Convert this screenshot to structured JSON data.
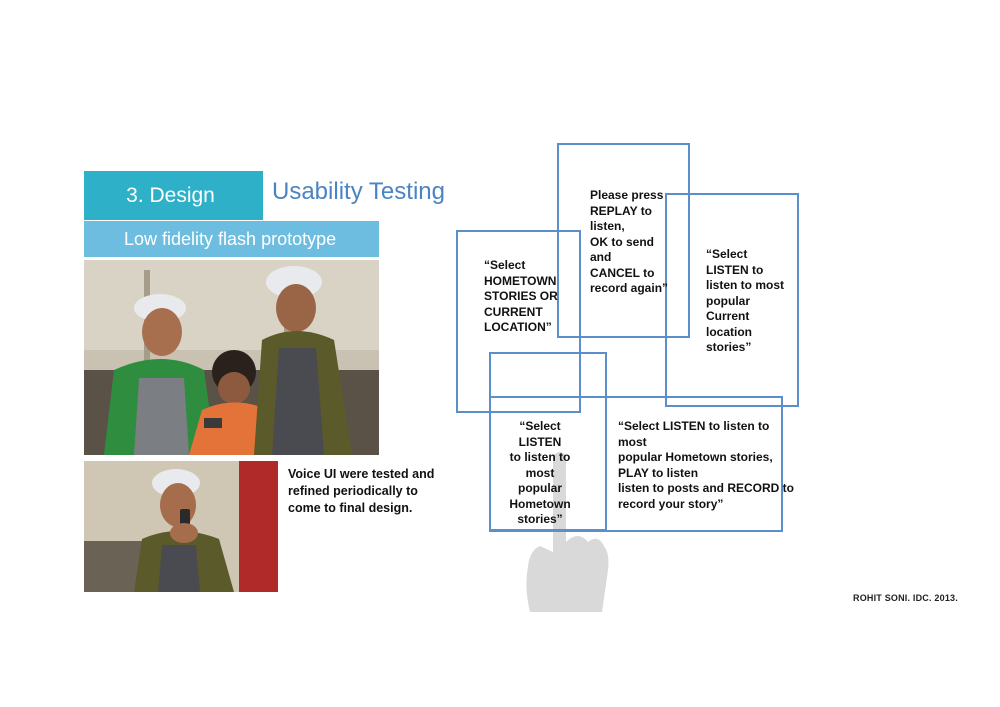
{
  "header": {
    "section_label": "3. Design",
    "subtitle": "Usability Testing",
    "banner": "Low fidelity flash prototype"
  },
  "caption": "Voice UI were tested and refined periodically to come  to final design.",
  "prompts": {
    "replay": [
      "Please press",
      "REPLAY to",
      "listen,",
      "OK to send",
      "and",
      "CANCEL to",
      "record again”"
    ],
    "select_location": [
      "“Select",
      "HOMETOWN",
      "STORIES OR",
      "CURRENT",
      "LOCATION”"
    ],
    "select_current": [
      "“Select",
      "LISTEN to",
      "listen to most",
      "popular",
      "Current",
      "location",
      "stories”"
    ],
    "select_hometown": [
      "“Select LISTEN",
      "to listen to",
      "most",
      "popular",
      "Hometown",
      "stories”"
    ],
    "select_record": [
      "“Select LISTEN to listen to",
      "most",
      "popular Hometown stories,",
      "PLAY to listen",
      "listen to posts and RECORD to",
      "record your story”"
    ]
  },
  "credit": "ROHIT SONI.  IDC. 2013.",
  "colors": {
    "tab": "#2fb0c9",
    "banner": "#6dbde0",
    "subtitle": "#4a84c2",
    "box_border": "#5b8fcc"
  }
}
